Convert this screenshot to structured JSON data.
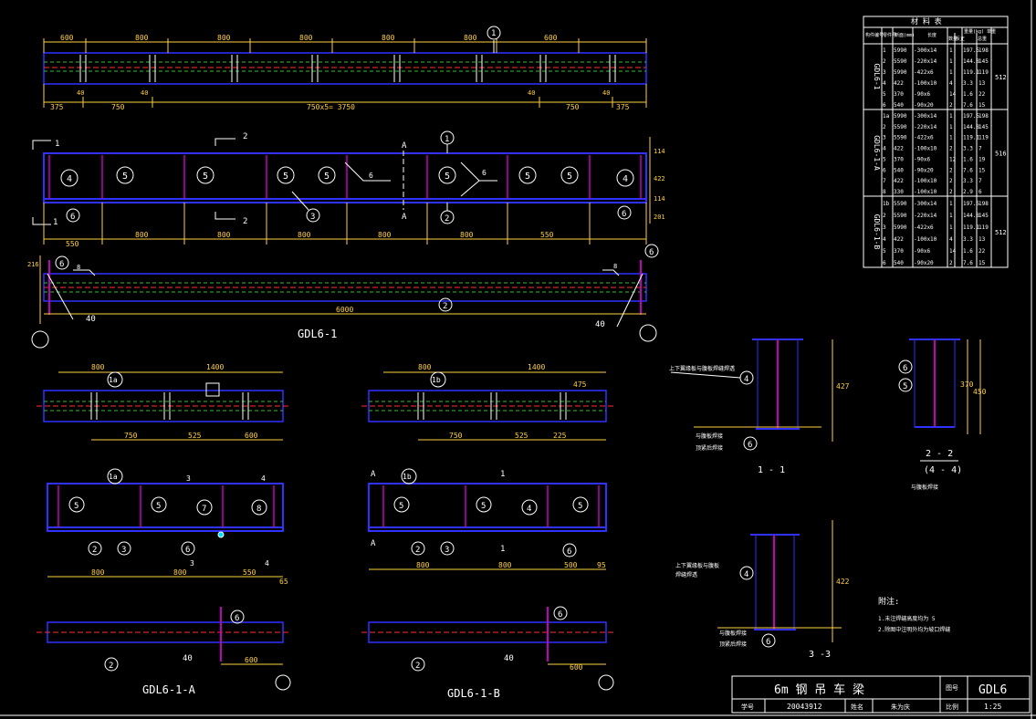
{
  "drawing": {
    "labels": {
      "main": "GDL6-1",
      "a": "GDL6-1-A",
      "b": "GDL6-1-B",
      "sec11": "1 - 1",
      "sec22": "2 - 2",
      "sec44": "(4 - 4)",
      "sec33": "3 -3",
      "notes": "附注:",
      "note1": "1.未注焊缝高度均为 5",
      "note2": "2.除图中注明外均为坡口焊缝"
    },
    "dims": {
      "top_segments": [
        "600",
        "800",
        "800",
        "800",
        "800",
        "800",
        "600"
      ],
      "top_bottom": [
        "375",
        "750",
        "750x5= 3750",
        "750",
        "375"
      ],
      "mid_bottom": [
        "550",
        "800",
        "800",
        "800",
        "800",
        "800",
        "550"
      ],
      "span": "6000",
      "h1": "114",
      "h2": "422",
      "h3": "114",
      "h4": "201",
      "h5": "216",
      "angle": "40",
      "a_top": [
        "800",
        "1400"
      ],
      "a_bot": [
        "750",
        "525",
        "600"
      ],
      "a_bot2": [
        "800",
        "800",
        "550",
        "65"
      ],
      "b_top": [
        "800",
        "1400"
      ],
      "b_bot": [
        "750",
        "525",
        "225",
        "475"
      ],
      "b_bot2": [
        "800",
        "800",
        "500",
        "95"
      ],
      "s11_h": "427",
      "s22_h": [
        "370",
        "450"
      ],
      "s33_h": "422"
    },
    "marks": {
      "m1": "1",
      "m2": "2",
      "m3": "3",
      "m4": "4",
      "m5": "5",
      "m6": "6",
      "m7": "7",
      "m8": "8",
      "m1a": "1a",
      "m1b": "1b",
      "secA": "A",
      "sec1": "1",
      "sec2": "2",
      "sec3": "3",
      "sec4": "4"
    },
    "annotations": {
      "s11_top": "上下翼缘板与腹板焊缝焊透",
      "s11_b1": "与腹板焊接",
      "s11_b2": "顶紧后焊接",
      "s22_b": "与腹板焊接",
      "s33_t1": "上下翼缘板与腹板",
      "s33_t2": "焊缝焊透",
      "s33_b1": "与腹板焊接",
      "s33_b2": "顶紧后焊接"
    }
  },
  "material_table": {
    "title": "材 料 表",
    "headers": [
      "构件编号",
      "零件号",
      "断面(mm)",
      "长度",
      "数量 正",
      "反",
      "重量(kg) 单重",
      "总重"
    ],
    "groups": [
      {
        "name": "GDL6-1",
        "total": "512",
        "rows": [
          [
            "1",
            "5990",
            "-300x14",
            "1",
            "197.5",
            "198"
          ],
          [
            "2",
            "5590",
            "-220x14",
            "1",
            "144.8",
            "145"
          ],
          [
            "3",
            "5990",
            "-422x6",
            "1",
            "119.1",
            "119"
          ],
          [
            "4",
            "422",
            "-100x10",
            "4",
            "3.3",
            "13"
          ],
          [
            "5",
            "370",
            "-90x6",
            "14",
            "1.6",
            "22"
          ],
          [
            "6",
            "540",
            "-90x20",
            "2",
            "7.6",
            "15"
          ]
        ]
      },
      {
        "name": "GDL6-1-A",
        "total": "516",
        "rows": [
          [
            "1a",
            "5990",
            "-300x14",
            "1",
            "197.5",
            "198"
          ],
          [
            "2",
            "5590",
            "-220x14",
            "1",
            "144.8",
            "145"
          ],
          [
            "3",
            "5590",
            "-422x6",
            "1",
            "119.1",
            "119"
          ],
          [
            "4",
            "422",
            "-100x10",
            "2",
            "3.3",
            "7"
          ],
          [
            "5",
            "370",
            "-90x6",
            "12",
            "1.6",
            "19"
          ],
          [
            "6",
            "540",
            "-90x20",
            "2",
            "7.6",
            "15"
          ],
          [
            "7",
            "422",
            "-100x10",
            "2",
            "3.3",
            "7"
          ],
          [
            "8",
            "330",
            "-100x10",
            "2",
            "2.9",
            "6"
          ]
        ]
      },
      {
        "name": "GDL6-1-B",
        "total": "512",
        "rows": [
          [
            "1b",
            "5590",
            "-300x14",
            "1",
            "197.5",
            "198"
          ],
          [
            "2",
            "5590",
            "-220x14",
            "1",
            "144.8",
            "145"
          ],
          [
            "3",
            "5990",
            "-422x6",
            "1",
            "119.1",
            "119"
          ],
          [
            "4",
            "422",
            "-100x10",
            "4",
            "3.3",
            "13"
          ],
          [
            "5",
            "370",
            "-90x6",
            "14",
            "1.6",
            "22"
          ],
          [
            "6",
            "540",
            "-90x20",
            "2",
            "7.6",
            "15"
          ]
        ]
      }
    ]
  },
  "title_block": {
    "title": "6m 钢 吊 车 梁",
    "drawing_no_label": "图号",
    "drawing_no": "GDL6",
    "id_label": "学号",
    "id_value": "20043912",
    "name_label": "姓名",
    "name_value": "朱为庆",
    "scale_label": "比例",
    "scale_value": "1:25"
  },
  "colors": {
    "flange": "#3030ff",
    "web": "#c000c0",
    "dim": "#ffd040",
    "text": "#ffffff",
    "center": "#ff3030",
    "hidden": "#30c030",
    "cyan": "#00e0ff"
  }
}
